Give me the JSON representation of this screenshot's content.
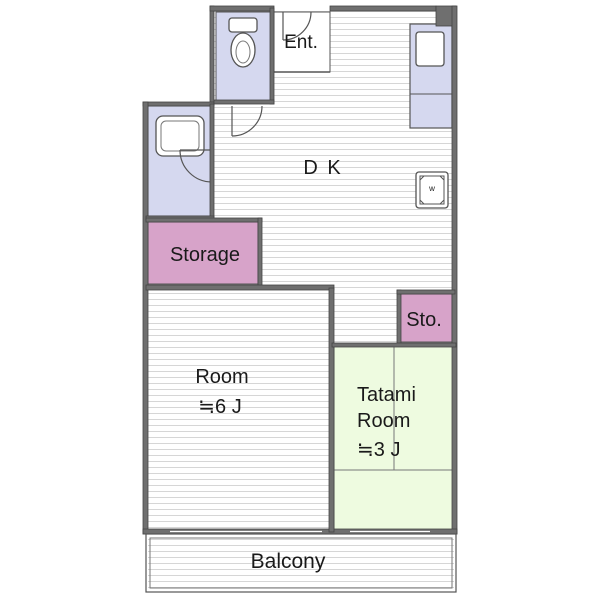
{
  "labels": {
    "entrance": "Ent.",
    "dining_kitchen": "D K",
    "storage": "Storage",
    "storage_small": "Sto.",
    "room_name": "Room",
    "room_size": "≒6 J",
    "tatami_name_line1": "Tatami",
    "tatami_name_line2": "Room",
    "tatami_size": "≒3 J",
    "balcony": "Balcony",
    "washer_mark": "w"
  },
  "colors": {
    "wall": "#6f6f6f",
    "wall_edge": "#4a4a4a",
    "floor_lines": "#d4d4d4",
    "storage_fill": "#d7a3c9",
    "fixture_fill": "#d5d8ef",
    "tatami_fill": "#eefbe0",
    "room_fill": "#ffffff"
  }
}
